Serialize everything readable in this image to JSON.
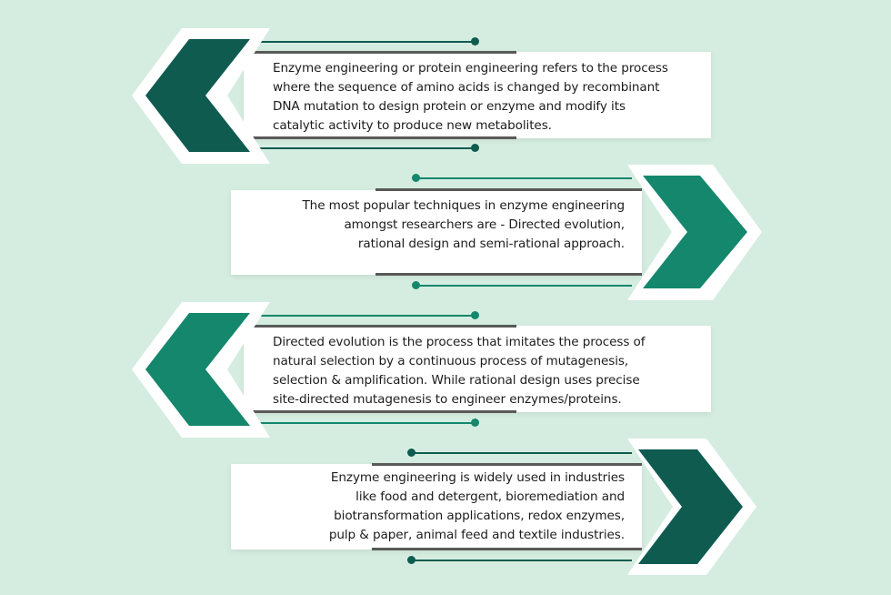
{
  "colors": {
    "background": "#d5ede0",
    "dark_green": "#0f5b50",
    "light_green": "#14876d",
    "gray_line": "#595959",
    "box": "#ffffff"
  },
  "steps": [
    {
      "direction": "left",
      "color": "dark_green",
      "lines": [
        "Enzyme engineering or protein engineering refers to the process",
        "where the sequence of amino acids is changed by recombinant",
        "DNA mutation to design protein or enzyme and modify its",
        "catalytic activity to produce new metabolites."
      ]
    },
    {
      "direction": "right",
      "color": "light_green",
      "lines": [
        "The most popular techniques in enzyme engineering",
        "amongst researchers are - Directed evolution,",
        "rational design and semi-rational approach."
      ]
    },
    {
      "direction": "left",
      "color": "light_green",
      "lines": [
        "Directed evolution is the process that imitates the process of",
        "natural selection by a continuous process of mutagenesis,",
        "selection & amplification. While rational design uses precise",
        "site-directed mutagenesis to engineer enzymes/proteins."
      ]
    },
    {
      "direction": "right",
      "color": "dark_green",
      "lines": [
        "Enzyme engineering is widely used in industries",
        "like food and detergent, bioremediation and",
        "biotransformation applications, redox enzymes,",
        "pulp & paper, animal feed and textile industries."
      ]
    }
  ]
}
